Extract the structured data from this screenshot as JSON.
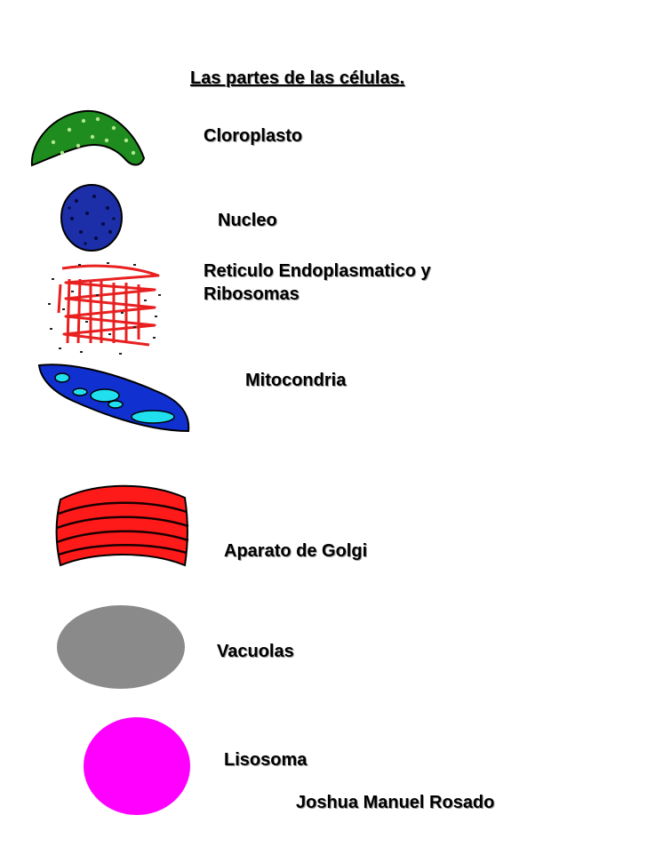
{
  "title": "Las partes de las células.",
  "labels": {
    "cloroplasto": "Cloroplasto",
    "nucleo": "Nucleo",
    "reticulo": "Reticulo Endoplasmatico y Ribosomas",
    "mitocondria": "Mitocondria",
    "golgi": "Aparato de Golgi",
    "vacuolas": "Vacuolas",
    "lisosoma": "Lisosoma"
  },
  "author": "Joshua Manuel Rosado",
  "colors": {
    "cloroplasto": "#1e8c1e",
    "nucleo": "#1c2fa8",
    "reticulo": "#e82020",
    "mitocondria": "#1030d0",
    "mitocondria_inner": "#20e0f0",
    "golgi": "#ff1a1a",
    "vacuolas": "#8a8a8a",
    "lisosoma": "#ff00ff"
  }
}
